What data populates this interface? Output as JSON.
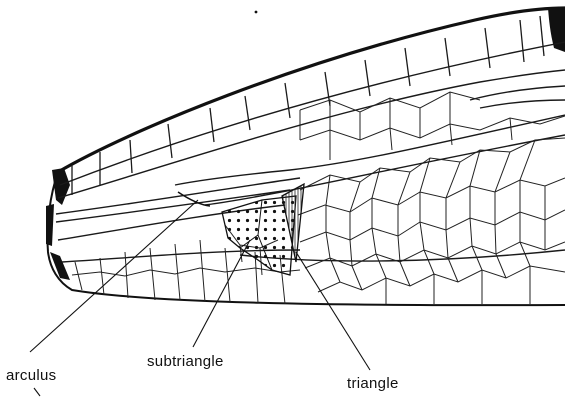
{
  "labels": {
    "arculus": "arculus",
    "subtriangle": "subtriangle",
    "triangle": "triangle"
  },
  "colors": {
    "ink": "#111111",
    "vein": "#1a1a1a",
    "background": "#ffffff"
  }
}
